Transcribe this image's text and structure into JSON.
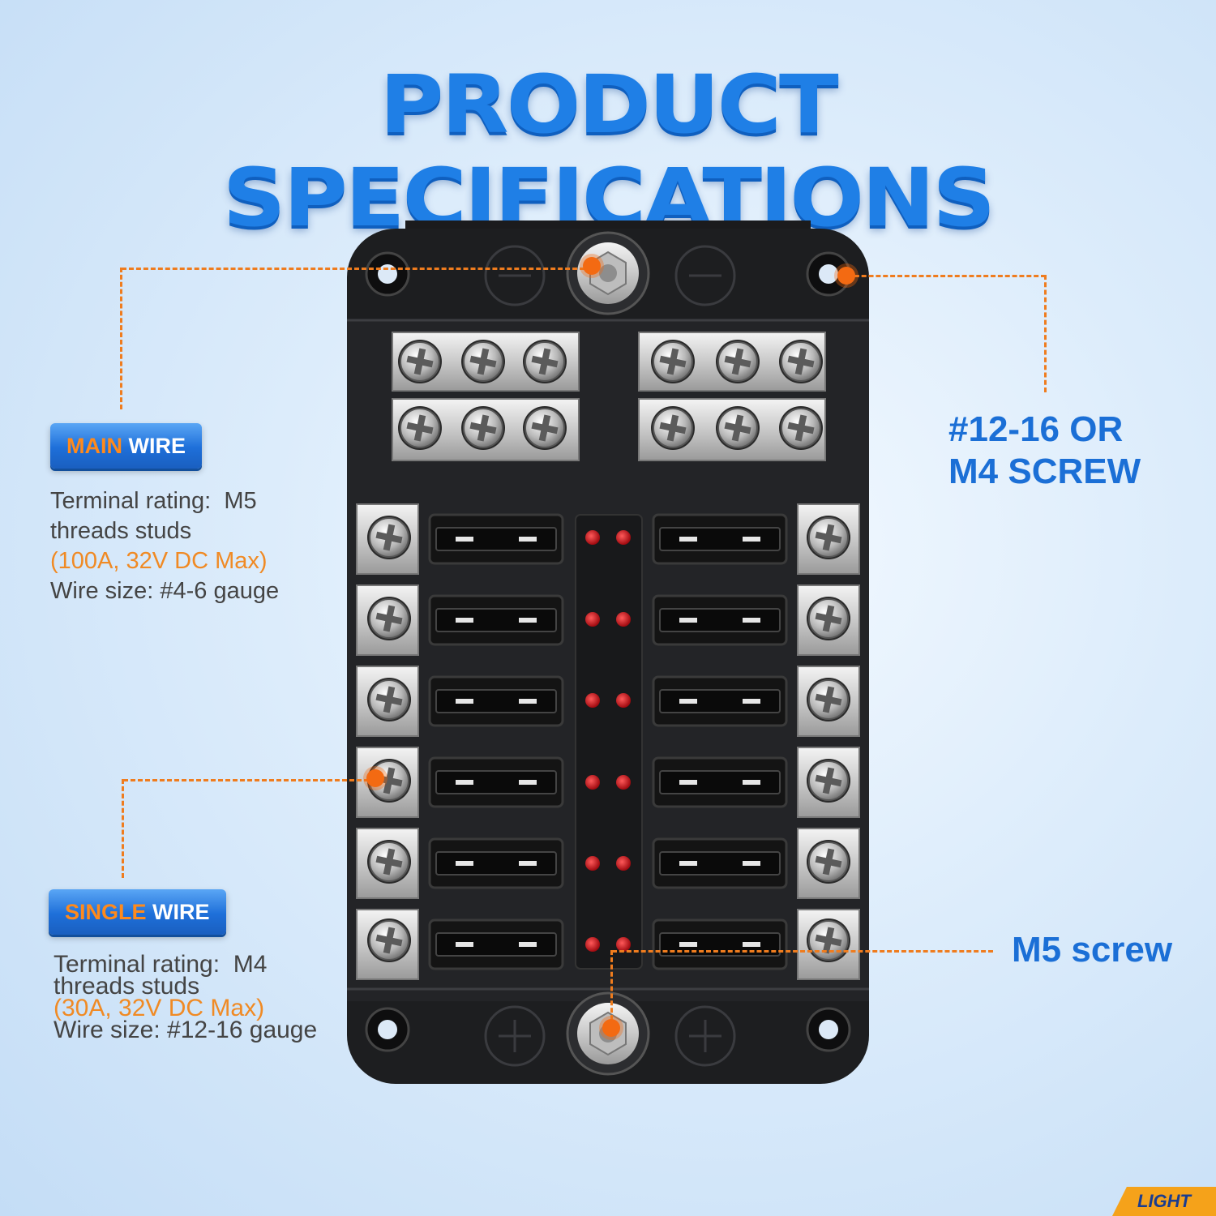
{
  "title": "PRODUCT SPECIFICATIONS",
  "main_wire": {
    "badge_highlight": "MAIN",
    "badge_rest": " WIRE",
    "line1": "Terminal rating:  M5",
    "line2": "threads studs",
    "line3": "(100A, 32V DC Max)",
    "line4": "Wire size: #4-6 gauge"
  },
  "single_wire": {
    "badge_highlight": "SINGLE",
    "badge_rest": " WIRE",
    "line1": "Terminal rating:  M4",
    "line2": "threads studs",
    "line3": "(30A, 32V DC Max)",
    "line4": "Wire size: #12-16 gauge"
  },
  "mount_screw": {
    "line1": "#12-16 OR",
    "line2": "M4 SCREW"
  },
  "stud_screw": "M5 screw",
  "logo": "LIGHT",
  "colors": {
    "accent_blue": "#1f7fe6",
    "callout_orange": "#ef7c1e",
    "board_black": "#1d1e20",
    "led_red": "#d3131a"
  },
  "icons": [
    "screw-terminal-icon",
    "fuse-slot-icon",
    "led-indicator-icon",
    "mounting-hole-icon"
  ]
}
